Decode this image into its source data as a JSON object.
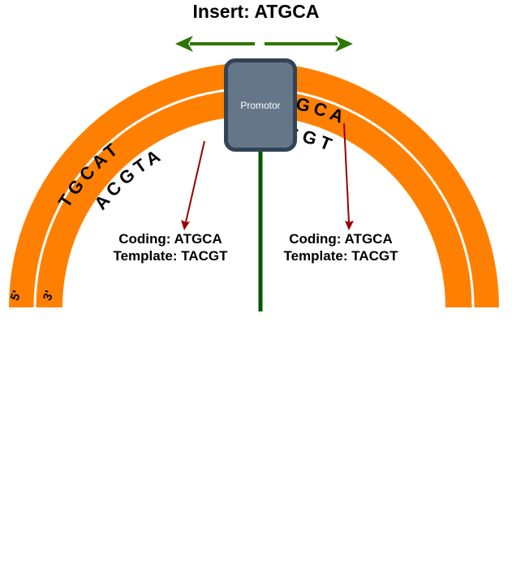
{
  "title": "Insert: ATGCA",
  "promoter_label": "Promotor",
  "strands": {
    "left_outer": "TGCAT",
    "left_inner": "ACGTA",
    "right_outer": "ATGCA",
    "right_inner": "TACGT"
  },
  "ends": {
    "outer": "5'",
    "inner": "3'"
  },
  "annotations": {
    "left": {
      "coding": "Coding: ATGCA",
      "template": "Template: TACGT"
    },
    "right": {
      "coding": "Coding: ATGCA",
      "template": "Template: TACGT"
    }
  },
  "colors": {
    "strand": "#ff8000",
    "strand_gap": "#ffffff",
    "direction_arrows": "#2d7600",
    "promoter_fill": "#647687",
    "promoter_border": "#314354",
    "stem": "#005700",
    "pointer_arrows": "#990000"
  }
}
